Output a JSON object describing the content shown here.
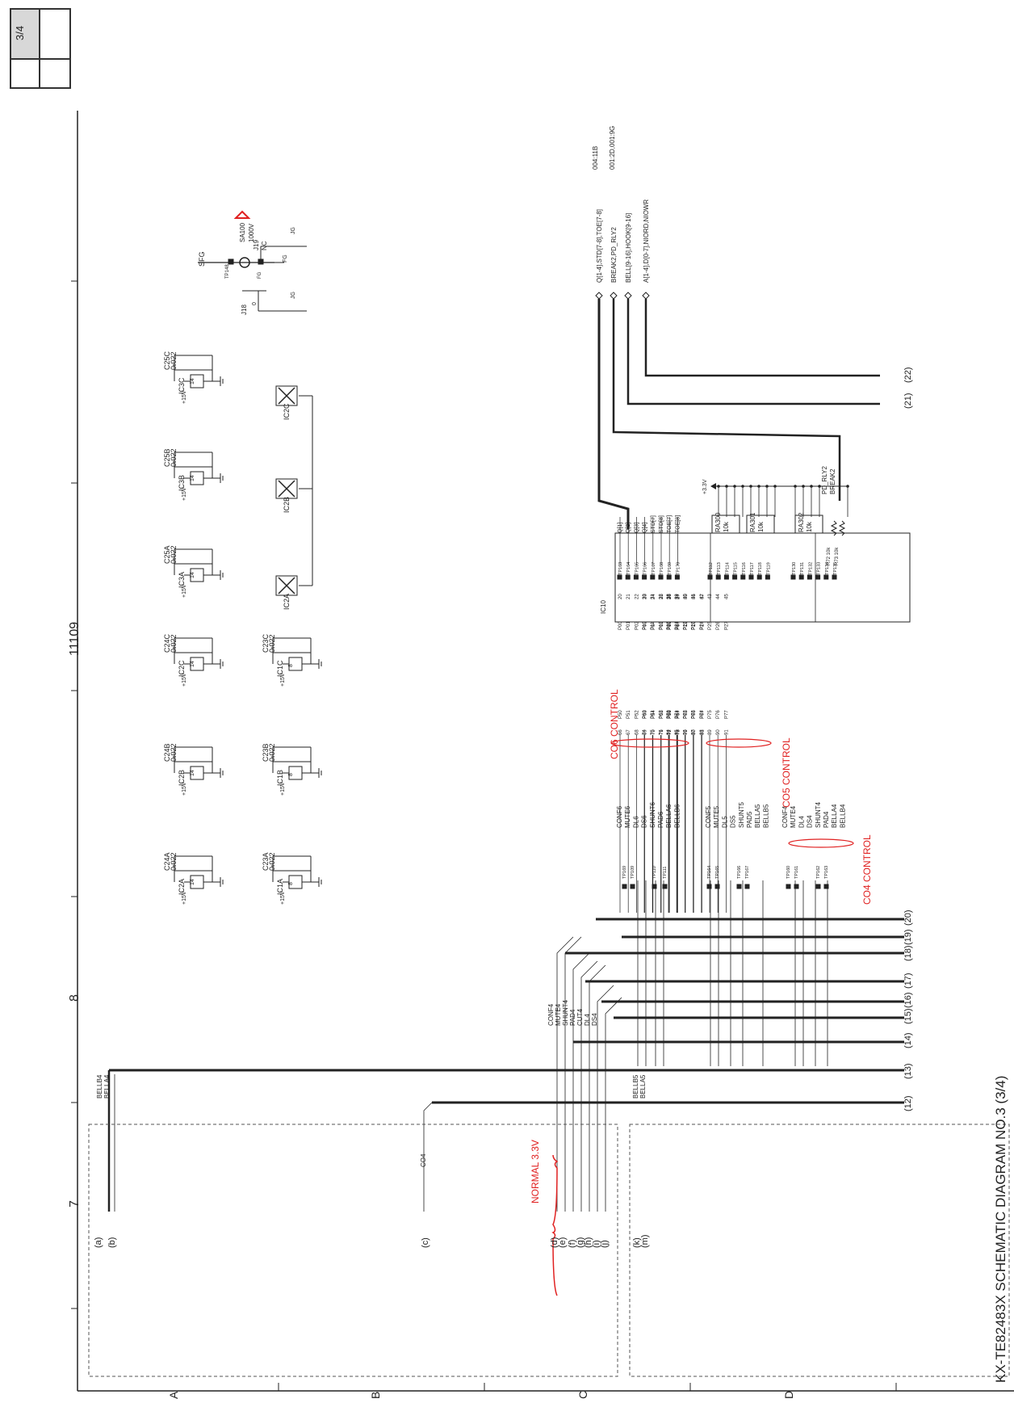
{
  "page": {
    "page_index": "3/4",
    "title": "KX-TE82483X SCHEMATIC DIAGRAM NO.3 (3/4)",
    "grid_columns": [
      "7",
      "8",
      "11109"
    ],
    "grid_rows": [
      "A",
      "B",
      "C",
      "D"
    ]
  },
  "labels": {
    "co6": "CO6 CONTROL",
    "co5": "CO5 CONTROL",
    "co4": "CO4 CONTROL",
    "normal": "NORMAL 3.3V",
    "ic10": "IC10",
    "co4_net": "CO4",
    "v33": "+3.3V"
  },
  "ground_block": {
    "sfg": "SFG",
    "tp": "TP148",
    "sa": "SA100",
    "sa_v": "1000V",
    "fg": "FG",
    "j19": "J19",
    "nc": "NC",
    "j18": "J18",
    "o": "0",
    "gnd": "JG",
    "fg2": "FG"
  },
  "decoupling": [
    {
      "ic": "IC2A",
      "pin": "14",
      "cap": "C24A",
      "val": "0.022",
      "v": "+15V"
    },
    {
      "ic": "IC2B",
      "pin": "14",
      "cap": "C24B",
      "val": "0.022",
      "v": "+15V"
    },
    {
      "ic": "IC2C",
      "pin": "14",
      "cap": "C24C",
      "val": "0.022",
      "v": "+15V"
    },
    {
      "ic": "IC3A",
      "pin": "14",
      "cap": "C25A",
      "val": "0.022",
      "v": "+15V"
    },
    {
      "ic": "IC3B",
      "pin": "14",
      "cap": "C25B",
      "val": "0.022",
      "v": "+15V"
    },
    {
      "ic": "IC3C",
      "pin": "14",
      "cap": "C25C",
      "val": "0.022",
      "v": "+15V"
    },
    {
      "ic": "IC1A",
      "pin": "8",
      "cap": "C23A",
      "val": "0.022",
      "v": "+15V"
    },
    {
      "ic": "IC1B",
      "pin": "8",
      "cap": "C23B",
      "val": "0.022",
      "v": "+15V"
    },
    {
      "ic": "IC1C",
      "pin": "8",
      "cap": "C23C",
      "val": "0.022",
      "v": "+15V"
    }
  ],
  "unused_gates": [
    "IC2A",
    "IC2B",
    "IC2C"
  ],
  "bus_refs": [
    "Q[1-4],STD[7-8],TOE[7-8]",
    "BREAK2,PD_RLY2",
    "BELL[9-16],HOOK[9-16]",
    "A[1-4],D[0-7],NIORD,NIOWR"
  ],
  "bus_page_refs": [
    "004:11B",
    "001:2D,001:9G",
    "",
    ""
  ],
  "co6_nets": [
    "CONF6",
    "MUTE6",
    "DL6",
    "DS6",
    "SHUNT6",
    "PAD6",
    "BELLA6",
    "BELLB6"
  ],
  "co5_nets": [
    "CONF5",
    "MUTE5",
    "DL5",
    "DS5",
    "SHUNT5",
    "PAD5",
    "BELLA5",
    "BELLB5"
  ],
  "co4_nets": [
    "CONF4",
    "MUTE4",
    "DL4",
    "DS4",
    "SHUNT4",
    "PAD4",
    "BELLA4",
    "BELLB4"
  ],
  "co4_left_nets": [
    "CONF4",
    "MUTE4",
    "SHUNT4",
    "PAD4",
    "CUT4",
    "DL4",
    "DS4"
  ],
  "bell_left_top": [
    "BELLB4",
    "BELLA4"
  ],
  "bell_left_bottom": [
    "BELLB5",
    "BELLA5"
  ],
  "tp_left": [
    "TP169",
    "TP109",
    "TP110",
    "TP111",
    "TP164",
    "TP165",
    "TP166",
    "TP167",
    "TP160",
    "TP161",
    "TP162",
    "TP163"
  ],
  "ic10_pins_left": [
    {
      "pin": "P50",
      "num": "66"
    },
    {
      "pin": "P51",
      "num": "67"
    },
    {
      "pin": "P52",
      "num": "68"
    },
    {
      "pin": "P53",
      "num": "69"
    },
    {
      "pin": "P54",
      "num": "70"
    },
    {
      "pin": "P55",
      "num": "71"
    },
    {
      "pin": "P56",
      "num": "72"
    },
    {
      "pin": "P57",
      "num": "73"
    },
    {
      "pin": "P60",
      "num": "74"
    },
    {
      "pin": "P61",
      "num": "75"
    },
    {
      "pin": "P62",
      "num": "76"
    },
    {
      "pin": "P63",
      "num": "77"
    },
    {
      "pin": "P64",
      "num": "78"
    },
    {
      "pin": "P65",
      "num": "79"
    },
    {
      "pin": "P66",
      "num": "80"
    },
    {
      "pin": "P67",
      "num": "81"
    },
    {
      "pin": "P70",
      "num": "84"
    },
    {
      "pin": "P71",
      "num": "85"
    },
    {
      "pin": "P72",
      "num": "86"
    },
    {
      "pin": "P73",
      "num": "87"
    },
    {
      "pin": "P74",
      "num": "88"
    },
    {
      "pin": "P75",
      "num": "89"
    },
    {
      "pin": "P76",
      "num": "90"
    },
    {
      "pin": "P77",
      "num": "91"
    }
  ],
  "ic10_pins_right": [
    {
      "pin": "P00",
      "num": "20"
    },
    {
      "pin": "P01",
      "num": "21"
    },
    {
      "pin": "P02",
      "num": "22"
    },
    {
      "pin": "P03",
      "num": "23"
    },
    {
      "pin": "P04",
      "num": "24"
    },
    {
      "pin": "P05",
      "num": "25"
    },
    {
      "pin": "P06",
      "num": "26"
    },
    {
      "pin": "P07",
      "num": "27"
    },
    {
      "pin": "P10",
      "num": "30"
    },
    {
      "pin": "P11",
      "num": "31"
    },
    {
      "pin": "P12",
      "num": "32"
    },
    {
      "pin": "P13",
      "num": "33"
    },
    {
      "pin": "P14",
      "num": "34"
    },
    {
      "pin": "P15",
      "num": "35"
    },
    {
      "pin": "P16",
      "num": "36"
    },
    {
      "pin": "P17",
      "num": "37"
    },
    {
      "pin": "P20",
      "num": "38"
    },
    {
      "pin": "P21",
      "num": "39"
    },
    {
      "pin": "P22",
      "num": "40"
    },
    {
      "pin": "P23",
      "num": "41"
    },
    {
      "pin": "P24",
      "num": "42"
    },
    {
      "pin": "P25",
      "num": "43"
    },
    {
      "pin": "P26",
      "num": "44"
    },
    {
      "pin": "P27",
      "num": "45"
    }
  ],
  "tp_right": [
    "TP163",
    "TP164",
    "TP165",
    "TP166",
    "TP167",
    "TP168",
    "TP169",
    "TP170",
    "TP112",
    "TP113",
    "TP114",
    "TP115",
    "TP116",
    "TP117",
    "TP118",
    "TP119",
    "TP130",
    "TP131",
    "TP132",
    "TP133",
    "TP134",
    "TP135"
  ],
  "q_nets": [
    "Q[1]",
    "Q[2]",
    "Q[3]",
    "Q[4]",
    "STD[7]",
    "STD[8]",
    "TOE[7]",
    "TOE[8]"
  ],
  "resistor_arrays": [
    {
      "name": "RA300",
      "val": "10k"
    },
    {
      "name": "RA301",
      "val": "10k"
    },
    {
      "name": "RA302",
      "val": "10k"
    }
  ],
  "pullups": [
    {
      "name": "R72",
      "val": "10k"
    },
    {
      "name": "R73",
      "val": "10k"
    }
  ],
  "pd_nets": [
    "PD_RLY2",
    "BREAK2"
  ],
  "left_ports": [
    "(a)",
    "(b)",
    "(c)",
    "(d)",
    "(e)",
    "(f)",
    "(g)",
    "(h)",
    "(i)",
    "(j)",
    "(k)",
    "(m)"
  ],
  "bottom_ports": [
    "(12)",
    "(13)",
    "(14)",
    "(15)",
    "(16)",
    "(17)",
    "(18)",
    "(19)",
    "(20)",
    "(21)",
    "(22)"
  ]
}
